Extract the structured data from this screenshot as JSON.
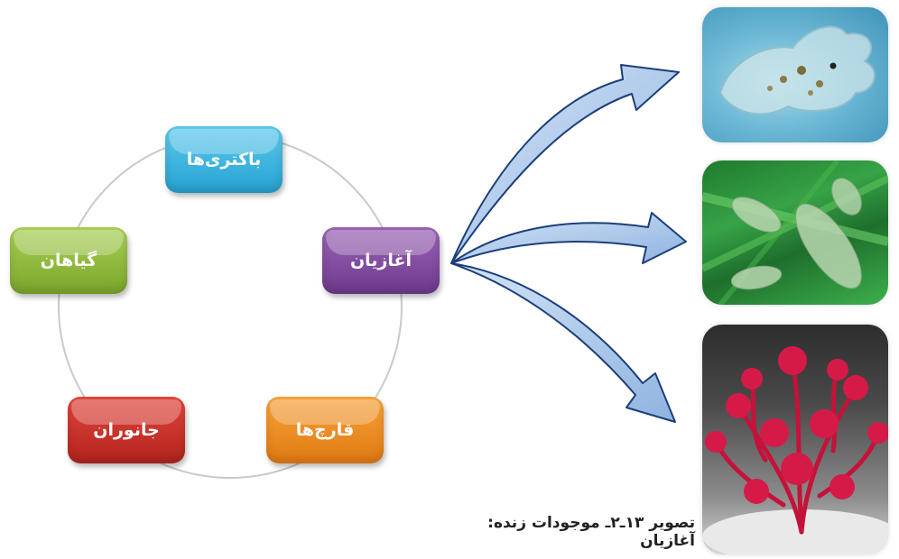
{
  "nodes": {
    "bacteria": "باکتری‌ها",
    "protists": "آغازیان",
    "plants": "گیاهان",
    "animals": "جانوران",
    "fungi": "قارچ‌ها"
  },
  "caption": "تصویر ۱۳ـ۲ـ موجودات زنده: آغازیان",
  "colors": {
    "bacteria": "#25a3d3",
    "protists": "#6f3a8e",
    "plants": "#7ca72c",
    "animals": "#b3241e",
    "fungi": "#e27a12",
    "arrow_fill": "#a7c7ec",
    "arrow_stroke": "#1c3f7a"
  },
  "photos": [
    "amoeba-photo",
    "paramecium-photo",
    "red-algae-photo"
  ]
}
